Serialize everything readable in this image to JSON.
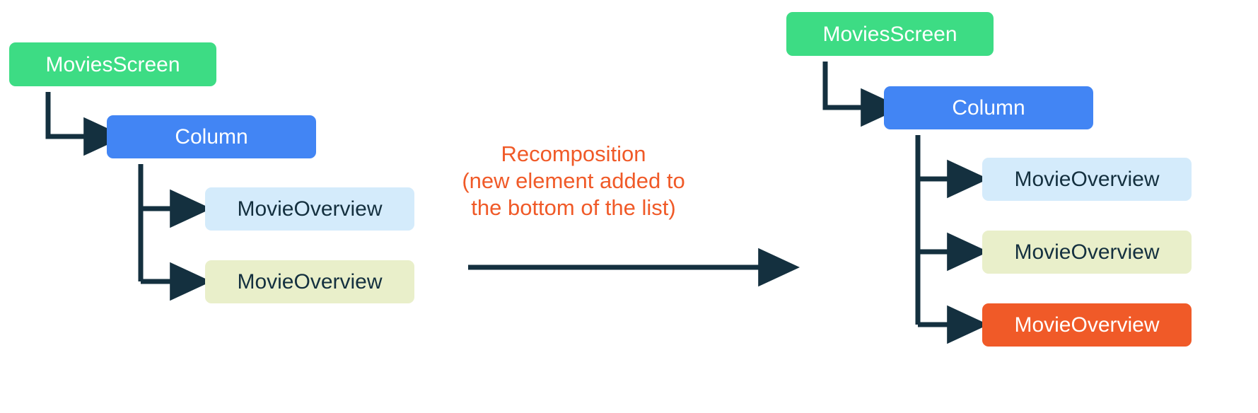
{
  "colors": {
    "green": "#3ddc84",
    "blue": "#4285f4",
    "light_blue": "#d4ebfb",
    "light_yellow": "#e9efca",
    "orange": "#f05a28",
    "arrow_dark": "#14303f",
    "text_dark": "#14303f",
    "text_light": "#ffffff",
    "background": "#ffffff"
  },
  "left_tree": {
    "name": "before-recomposition-tree",
    "root": {
      "label": "MoviesScreen",
      "color_key": "green",
      "text_color_key": "text_light"
    },
    "column": {
      "label": "Column",
      "color_key": "blue",
      "text_color_key": "text_light"
    },
    "children": [
      {
        "label": "MovieOverview",
        "color_key": "light_blue",
        "text_color_key": "text_dark"
      },
      {
        "label": "MovieOverview",
        "color_key": "light_yellow",
        "text_color_key": "text_dark"
      }
    ]
  },
  "right_tree": {
    "name": "after-recomposition-tree",
    "root": {
      "label": "MoviesScreen",
      "color_key": "green",
      "text_color_key": "text_light"
    },
    "column": {
      "label": "Column",
      "color_key": "blue",
      "text_color_key": "text_light"
    },
    "children": [
      {
        "label": "MovieOverview",
        "color_key": "light_blue",
        "text_color_key": "text_dark"
      },
      {
        "label": "MovieOverview",
        "color_key": "light_yellow",
        "text_color_key": "text_dark"
      },
      {
        "label": "MovieOverview",
        "color_key": "orange",
        "text_color_key": "text_light"
      }
    ]
  },
  "transition": {
    "line1": "Recomposition",
    "line2": "(new element added to",
    "line3": "the bottom of the list)",
    "color_key": "orange",
    "arrow_color_key": "arrow_dark"
  }
}
